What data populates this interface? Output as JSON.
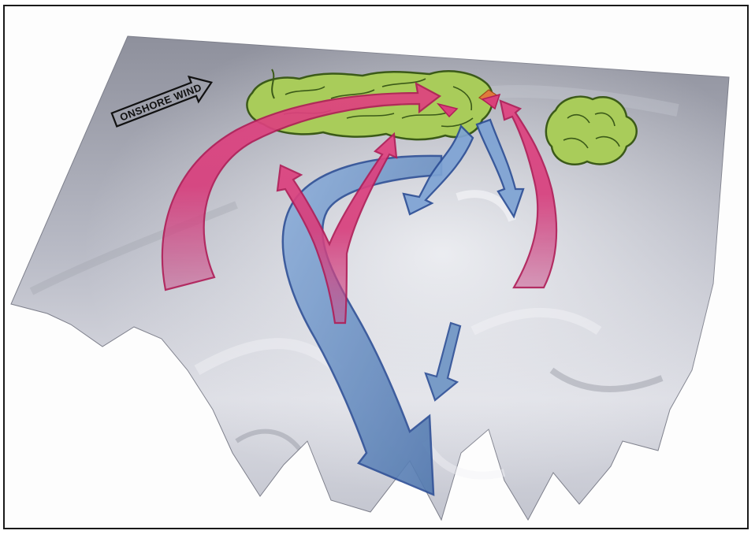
{
  "diagram": {
    "wind_label": "ONSHORE  WIND",
    "colors": {
      "terrain": "#9ea0ab",
      "terrain_light": "#e6e7ed",
      "terrain_dark": "#6f7280",
      "updraft": "#d9407a",
      "updraft_edge": "#b01e58",
      "downdraft": "#6d94c4",
      "downdraft_edge": "#2d4f96",
      "cloud": "#a9cc5a",
      "cloud_edge": "#3b5a18",
      "frame": "#1a1a1a"
    },
    "elements": [
      "terrain-surface",
      "onshore-wind-arrow",
      "cloud-band",
      "small-cloud",
      "updraft-arrows",
      "downdraft-arrows"
    ]
  }
}
